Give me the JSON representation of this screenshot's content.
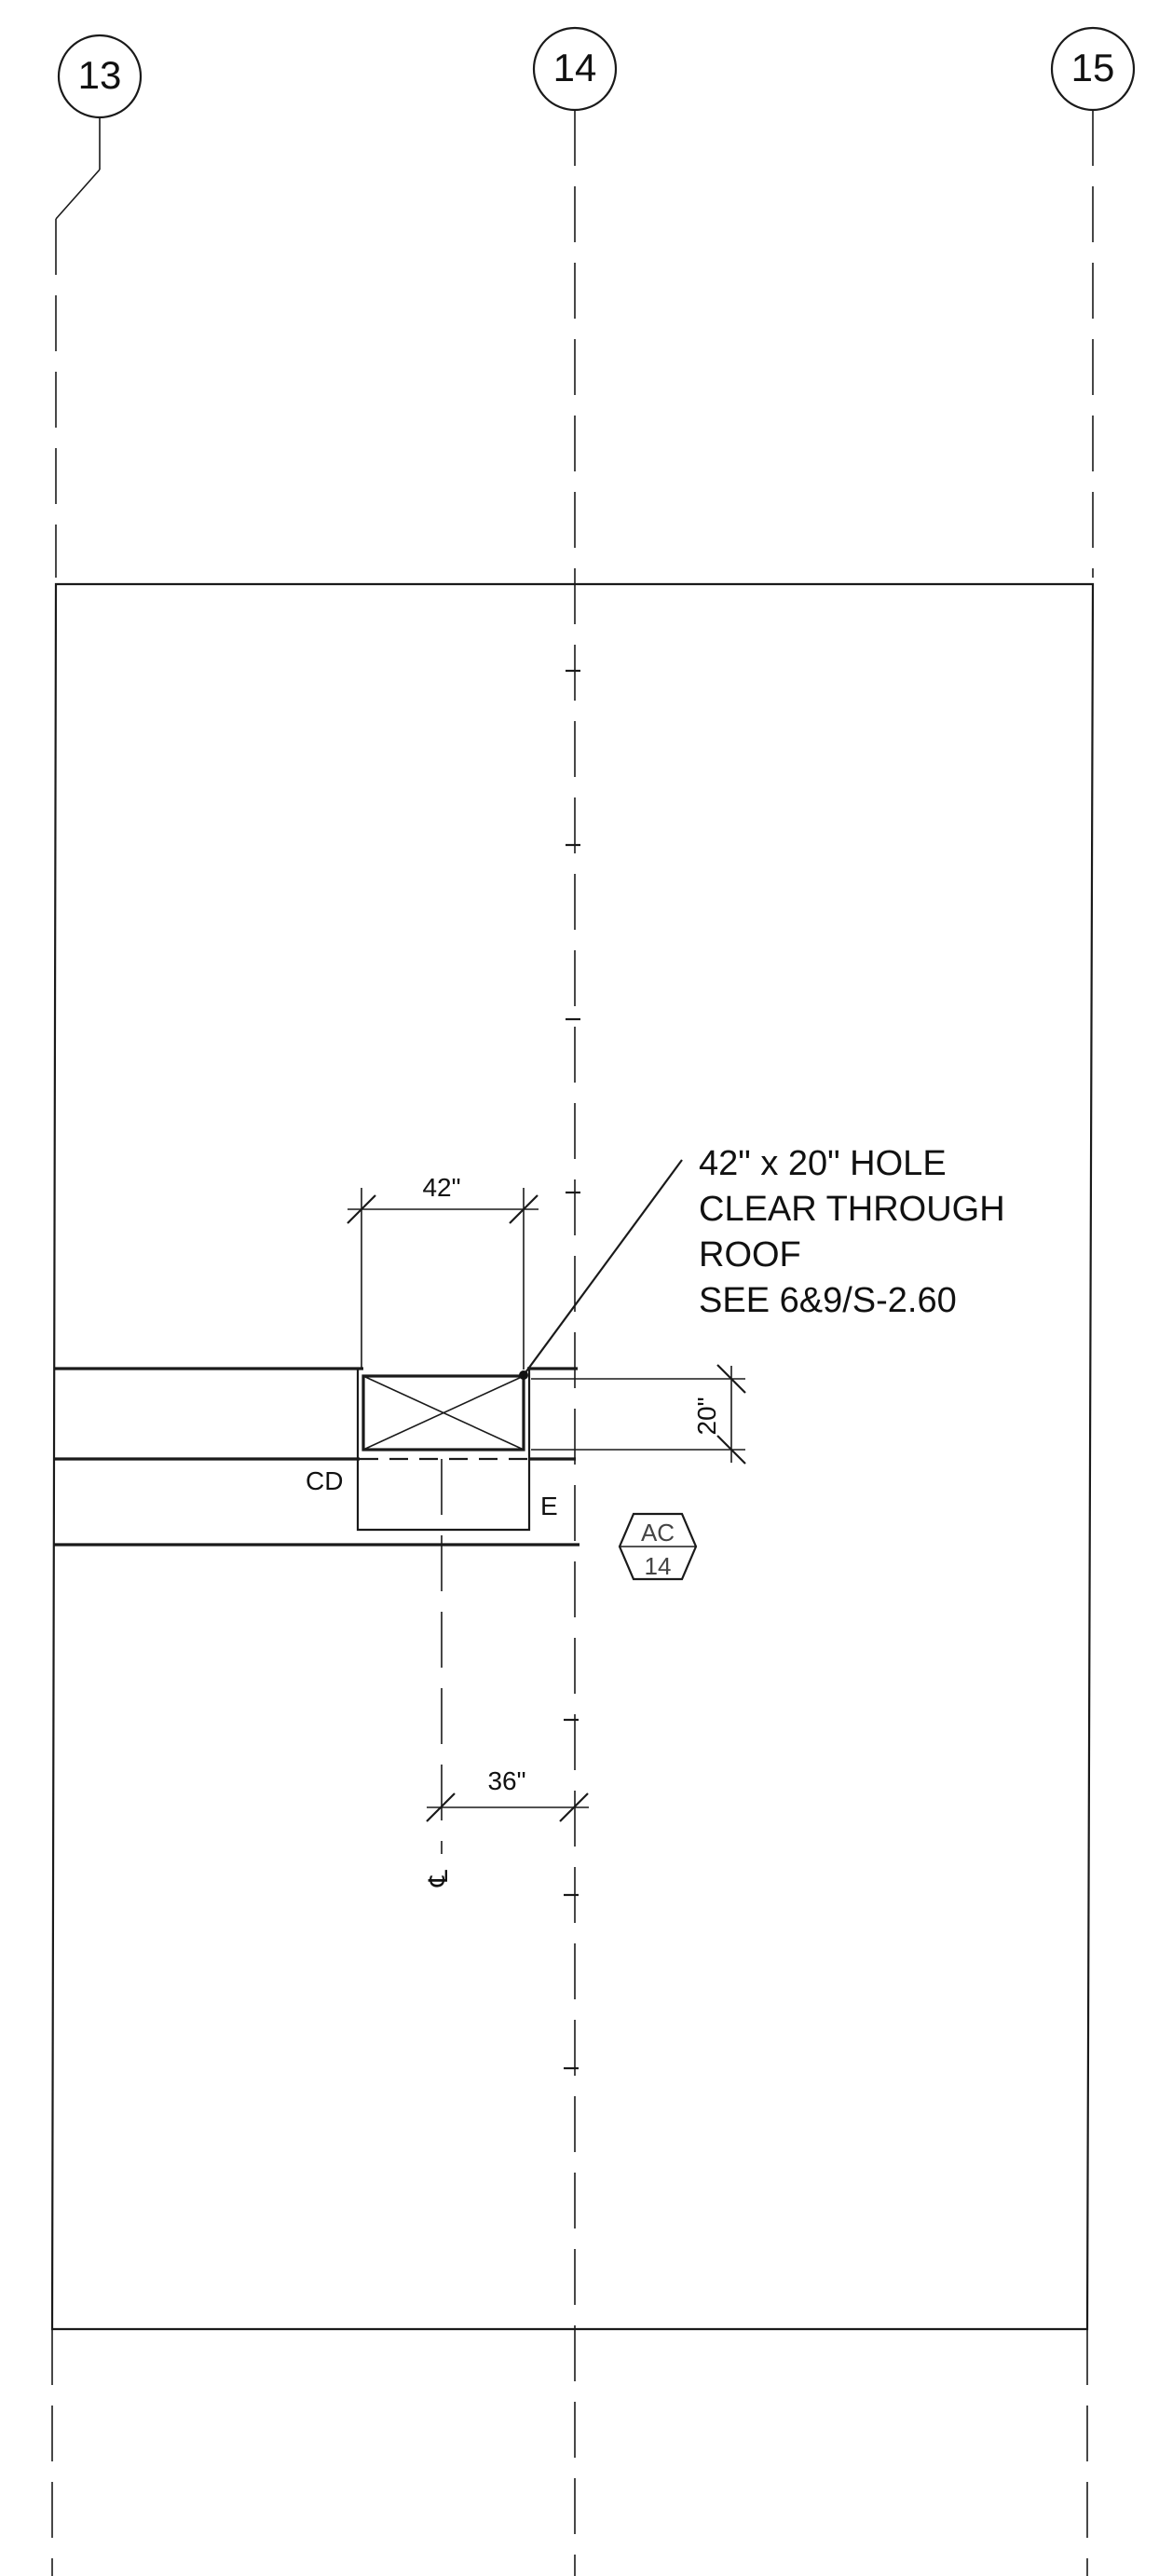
{
  "grid_lines": {
    "left_label": "13",
    "center_label": "14",
    "right_label": "15"
  },
  "hole_note": {
    "line1": "42\" x 20\" HOLE",
    "line2": "CLEAR THROUGH",
    "line3": "ROOF",
    "line4": "SEE 6&9/S-2.60"
  },
  "dimensions": {
    "hole_width": "42\"",
    "hole_depth": "20\"",
    "offset": "36\""
  },
  "tags": {
    "cd": "CD",
    "e": "E",
    "centerline": "℄"
  },
  "section_marker": {
    "top": "AC",
    "bottom": "14"
  }
}
